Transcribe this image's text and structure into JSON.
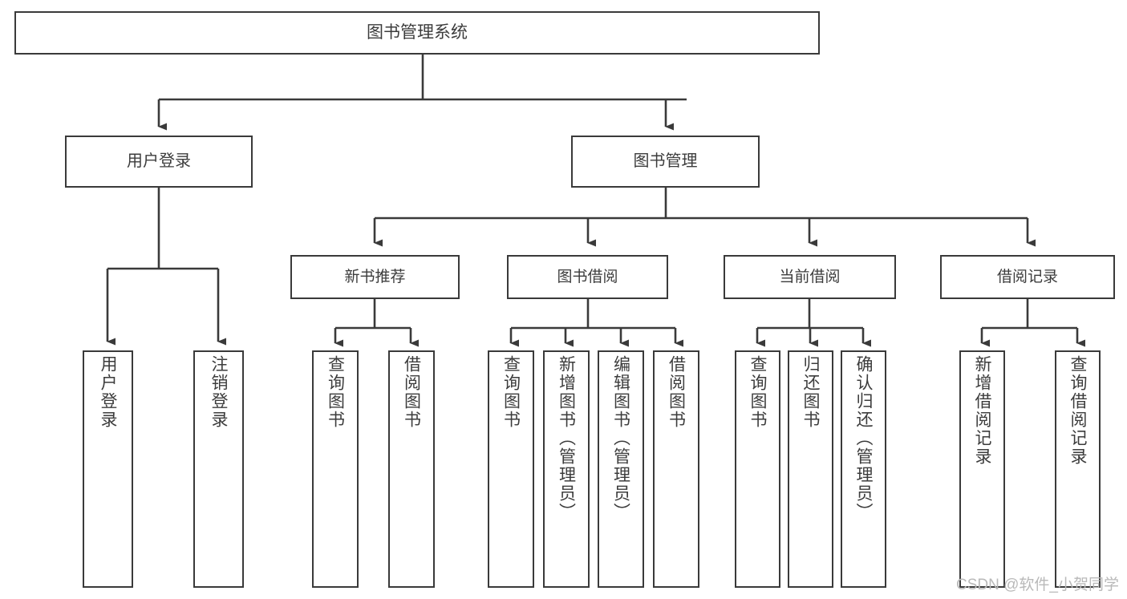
{
  "diagram": {
    "kind": "tree-hierarchy",
    "title": "图书管理系统",
    "line_color": "#3a3a3a",
    "box_fill": "#ffffff",
    "text_color": "#3c3c3c",
    "watermark": "CSDN @软件_小贺同学",
    "nodes": {
      "root": {
        "label": "图书管理系统"
      },
      "level2": [
        {
          "id": "user-login",
          "label": "用户登录"
        },
        {
          "id": "book-manage",
          "label": "图书管理"
        }
      ],
      "level3": [
        {
          "id": "new-book-recommend",
          "label": "新书推荐"
        },
        {
          "id": "book-borrow",
          "label": "图书借阅"
        },
        {
          "id": "current-borrow",
          "label": "当前借阅"
        },
        {
          "id": "borrow-record",
          "label": "借阅记录"
        }
      ],
      "leaves": {
        "user-login": [
          {
            "id": "leaf-user-login",
            "label": "用户登录"
          },
          {
            "id": "leaf-user-logout",
            "label": "注销登录"
          }
        ],
        "new-book-recommend": [
          {
            "id": "leaf-query-book-1",
            "label": "查询图书"
          },
          {
            "id": "leaf-borrow-book-1",
            "label": "借阅图书"
          }
        ],
        "book-borrow": [
          {
            "id": "leaf-query-book-2",
            "label": "查询图书"
          },
          {
            "id": "leaf-add-book",
            "label": "新增图书（管理员）"
          },
          {
            "id": "leaf-edit-book",
            "label": "编辑图书（管理员）"
          },
          {
            "id": "leaf-borrow-book-2",
            "label": "借阅图书"
          }
        ],
        "current-borrow": [
          {
            "id": "leaf-query-book-3",
            "label": "查询图书"
          },
          {
            "id": "leaf-return-book",
            "label": "归还图书"
          },
          {
            "id": "leaf-confirm-return",
            "label": "确认归还（管理员）"
          }
        ],
        "borrow-record": [
          {
            "id": "leaf-add-record",
            "label": "新增借阅记录"
          },
          {
            "id": "leaf-query-record",
            "label": "查询借阅记录"
          }
        ]
      }
    }
  }
}
